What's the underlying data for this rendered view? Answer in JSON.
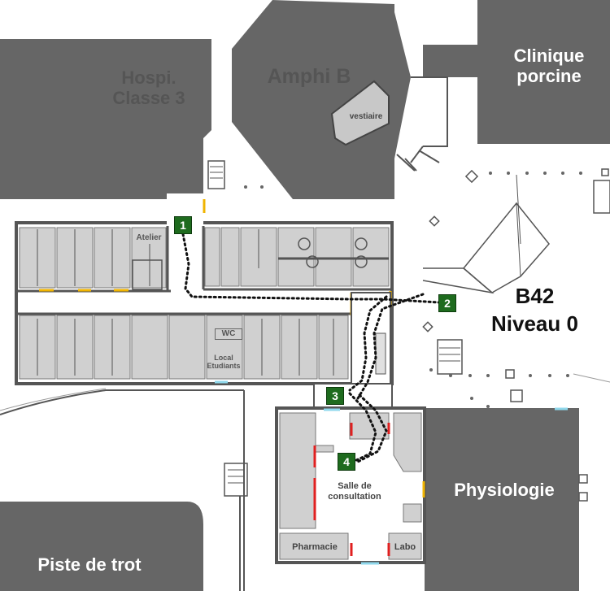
{
  "buildings": {
    "hospi": "Hospi.\nClasse 3",
    "amphi": "Amphi B",
    "vestiaire": "vestiaire",
    "clinique": "Clinique\nporcine",
    "physiologie": "Physiologie",
    "piste": "Piste de trot"
  },
  "rooms": {
    "atelier": "Atelier",
    "wc": "WC",
    "local": "Local\nEtudiants",
    "salle": "Salle de\nconsultation",
    "pharmacie": "Pharmacie",
    "labo": "Labo"
  },
  "location": {
    "building_code": "B42",
    "level": "Niveau 0"
  },
  "steps": [
    "1",
    "2",
    "3",
    "4"
  ],
  "colors": {
    "building": "#666666",
    "room": "#d0d0d0",
    "path": "#111111",
    "step": "#1e6b1e",
    "door_yellow": "#f0b400",
    "door_red": "#e02020",
    "door_blue": "#8fd8ec"
  }
}
